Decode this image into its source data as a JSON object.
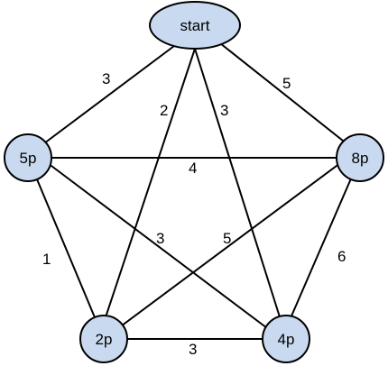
{
  "nodes": {
    "start": "start",
    "p5": "5p",
    "p8": "8p",
    "p2": "2p",
    "p4": "4p"
  },
  "edges": [
    {
      "from": "start",
      "to": "5p",
      "weight": "3"
    },
    {
      "from": "start",
      "to": "2p",
      "weight": "2"
    },
    {
      "from": "start",
      "to": "4p",
      "weight": "3"
    },
    {
      "from": "start",
      "to": "8p",
      "weight": "5"
    },
    {
      "from": "5p",
      "to": "8p",
      "weight": "4"
    },
    {
      "from": "5p",
      "to": "4p",
      "weight": "3"
    },
    {
      "from": "5p",
      "to": "2p",
      "weight": "1"
    },
    {
      "from": "8p",
      "to": "2p",
      "weight": "5"
    },
    {
      "from": "8p",
      "to": "4p",
      "weight": "6"
    },
    {
      "from": "2p",
      "to": "4p",
      "weight": "3"
    }
  ],
  "colors": {
    "node_fill": "#c9daf0",
    "stroke": "#000000"
  }
}
